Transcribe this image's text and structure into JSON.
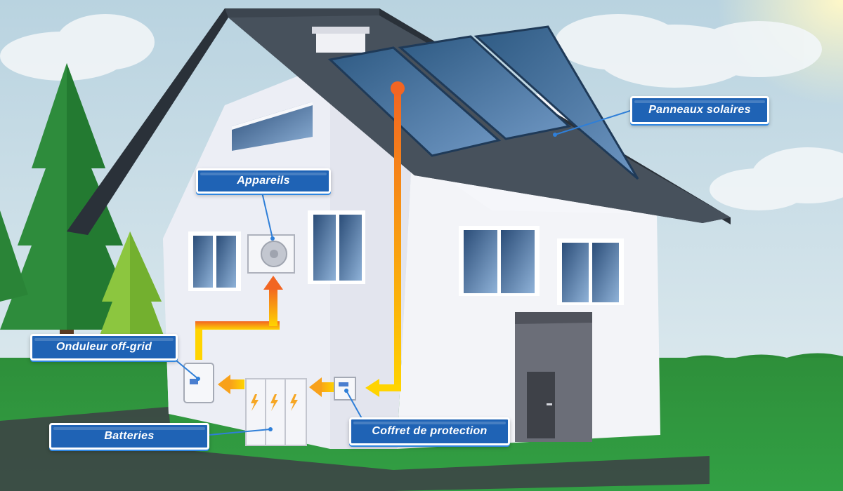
{
  "labels": {
    "solar_panels": "Panneaux solaires",
    "appliances": "Appareils",
    "inverter": "Onduleur off-grid",
    "batteries": "Batteries",
    "protection_box": "Coffret de protection"
  },
  "colors": {
    "label_background": "#1f63b5",
    "energy_flow_start": "#f26522",
    "energy_flow_end": "#ffd400",
    "roof": "#3c454f",
    "grass": "#2f9a3f",
    "house_wall": "#eef0f6"
  }
}
